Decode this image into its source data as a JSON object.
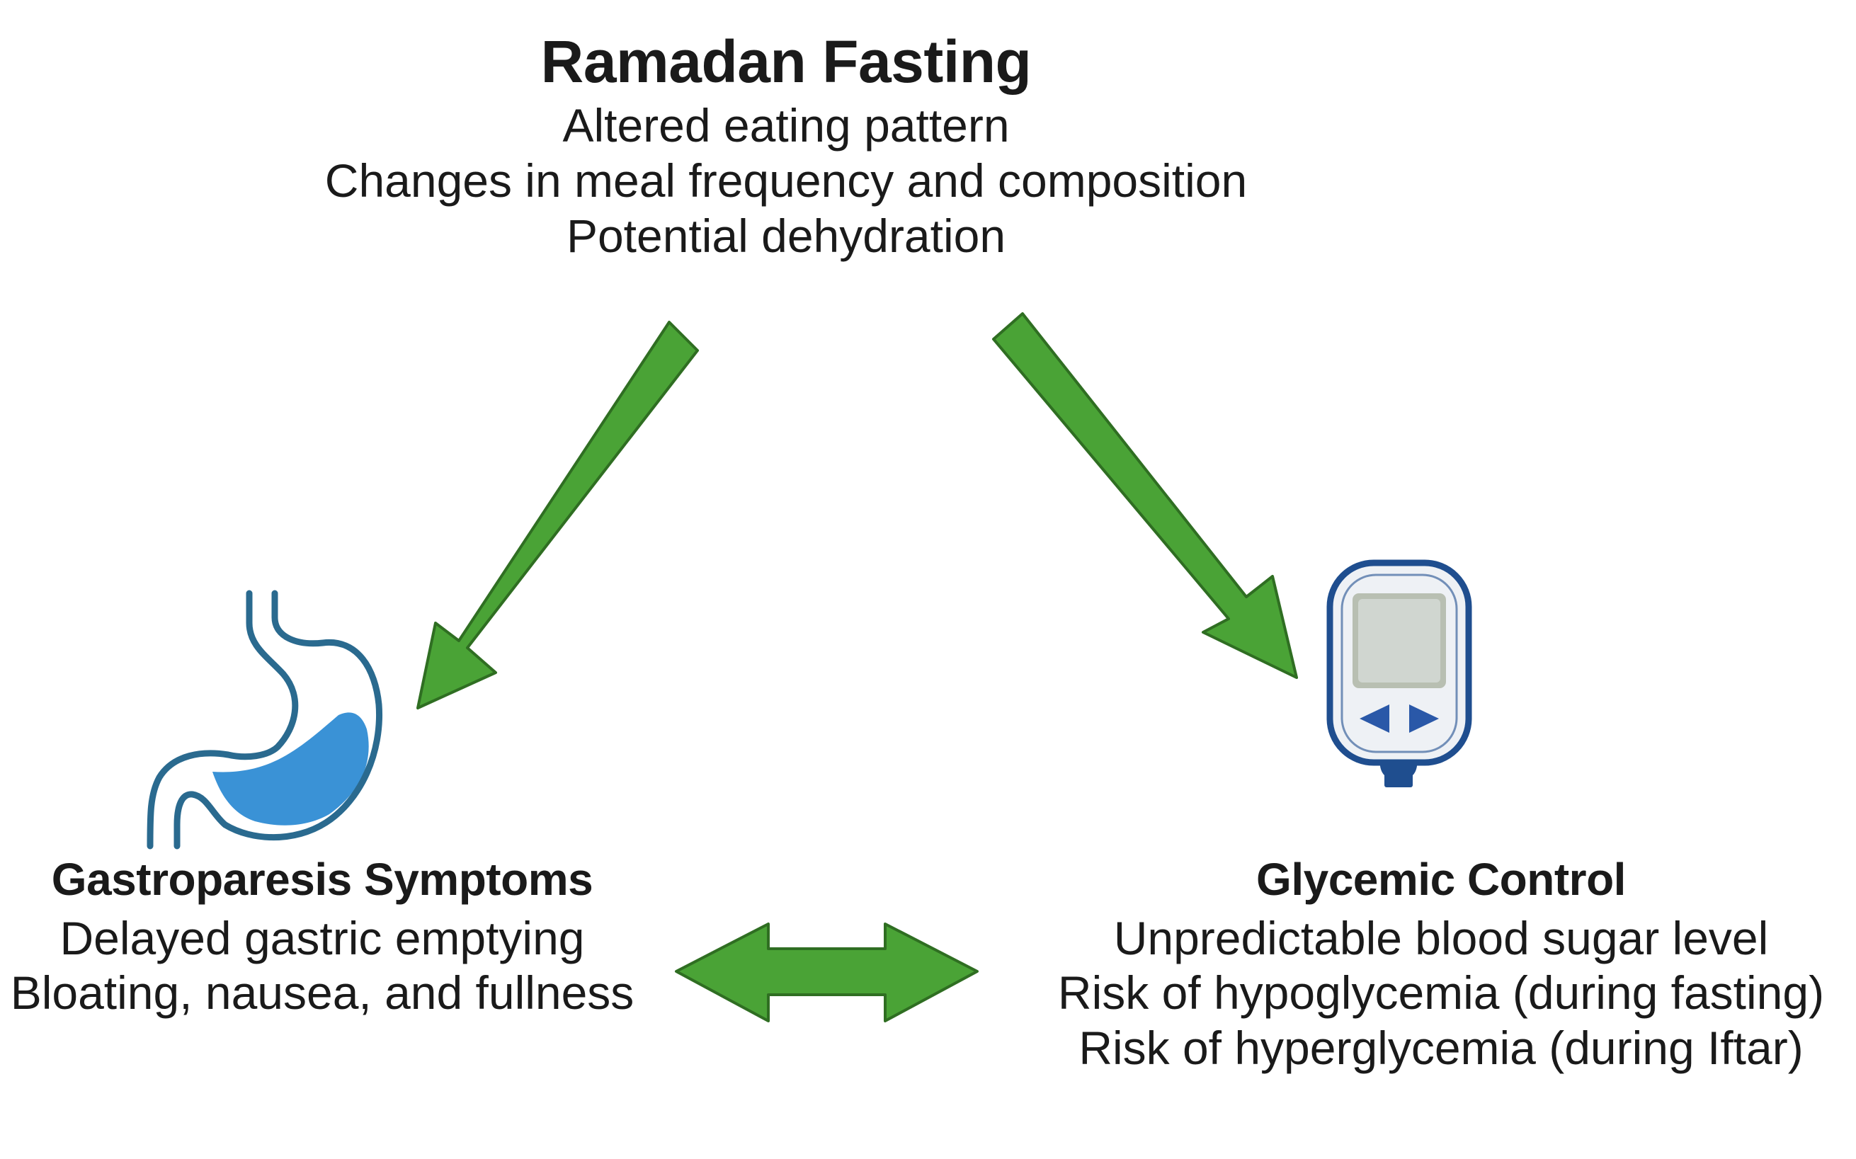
{
  "top": {
    "title": "Ramadan Fasting",
    "lines": [
      "Altered eating pattern",
      "Changes in meal frequency and composition",
      "Potential dehydration"
    ]
  },
  "left": {
    "title": "Gastroparesis Symptoms",
    "lines": [
      "Delayed gastric emptying",
      "Bloating, nausea, and fullness"
    ]
  },
  "right": {
    "title": "Glycemic Control",
    "lines": [
      "Unpredictable blood sugar level",
      "Risk of hypoglycemia (during fasting)",
      "Risk of hyperglycemia (during Iftar)"
    ]
  },
  "colors": {
    "arrow_fill": "#4aa336",
    "arrow_stroke": "#2f6e22",
    "stomach_outline": "#2a6a8f",
    "stomach_fluid": "#3a92d6",
    "meter_body": "#eef1f5",
    "meter_frame": "#1f4e8f",
    "meter_screen": "#b8bfb2",
    "meter_button": "#2a58a8"
  },
  "icons": {
    "stomach": "stomach-icon",
    "glucometer": "glucometer-icon"
  }
}
